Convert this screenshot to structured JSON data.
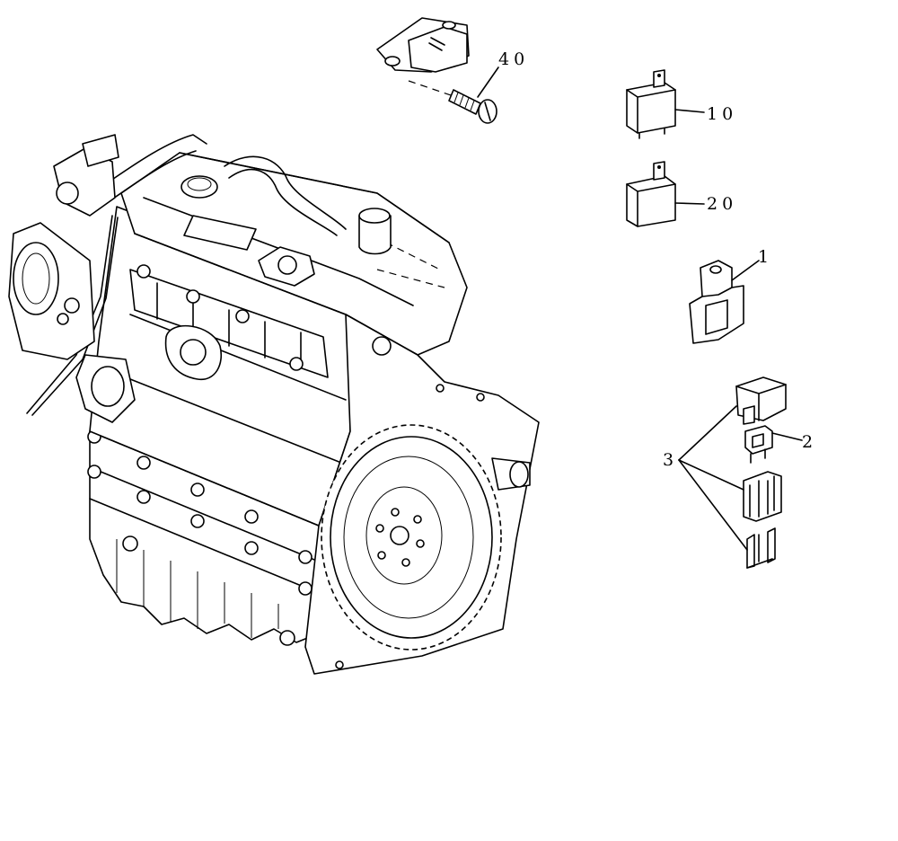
{
  "figure": {
    "callouts": {
      "part_1": "1",
      "part_2": "2",
      "part_3": "3",
      "part_10": "10",
      "part_20": "20",
      "part_40": "40"
    }
  }
}
